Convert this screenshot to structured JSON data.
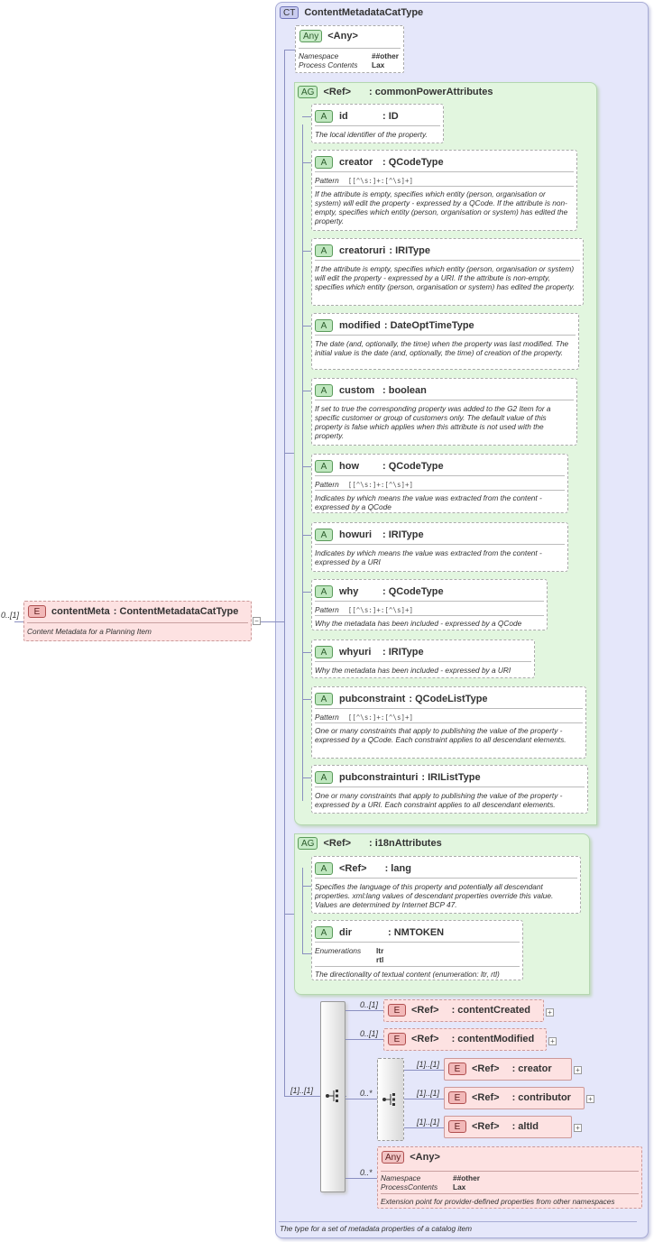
{
  "complex_type": {
    "badge": "CT",
    "name": "ContentMetadataCatType",
    "description": "The type for a set of metadata properties of a catalog item"
  },
  "root_element": {
    "cardinality": "0..[1]",
    "badge": "E",
    "name": "contentMeta",
    "type": ": ContentMetadataCatType",
    "description": "Content Metadata for a Planning Item"
  },
  "any_top": {
    "badge": "Any",
    "label": "<Any>",
    "namespace_key": "Namespace",
    "namespace_val": "##other",
    "process_key": "Process Contents",
    "process_val": "Lax"
  },
  "common_group": {
    "badge": "AG",
    "ref": "<Ref>",
    "name": ": commonPowerAttributes",
    "attributes": [
      {
        "badge": "A",
        "name": "id",
        "type": ": ID",
        "description": "The local identifier of the property."
      },
      {
        "badge": "A",
        "name": "creator",
        "type": ": QCodeType",
        "pattern_label": "Pattern",
        "pattern": "[[^\\s:]+:[^\\s]+]",
        "description": "If the attribute is empty, specifies which entity (person, organisation or system) will edit the property - expressed by a QCode. If the attribute is non-empty, specifies which entity (person, organisation or system) has edited the property."
      },
      {
        "badge": "A",
        "name": "creatoruri",
        "type": ": IRIType",
        "description": "If the attribute is empty, specifies which entity (person, organisation or system) will edit the property - expressed by a URI. If the attribute is non-empty, specifies which entity (person, organisation or system) has edited the property."
      },
      {
        "badge": "A",
        "name": "modified",
        "type": ": DateOptTimeType",
        "description": "The date (and, optionally, the time) when the property was last modified. The initial value is the date (and, optionally, the time) of creation of the property."
      },
      {
        "badge": "A",
        "name": "custom",
        "type": ": boolean",
        "description": "If set to true the corresponding property was added to the G2 Item for a specific customer or group of customers only. The default value of this property is false which applies when this attribute is not used with the property."
      },
      {
        "badge": "A",
        "name": "how",
        "type": ": QCodeType",
        "pattern_label": "Pattern",
        "pattern": "[[^\\s:]+:[^\\s]+]",
        "description": "Indicates by which means the value was extracted from the content - expressed by a QCode"
      },
      {
        "badge": "A",
        "name": "howuri",
        "type": ": IRIType",
        "description": "Indicates by which means the value was extracted from the content - expressed by a URI"
      },
      {
        "badge": "A",
        "name": "why",
        "type": ": QCodeType",
        "pattern_label": "Pattern",
        "pattern": "[[^\\s:]+:[^\\s]+]",
        "description": "Why the metadata has been included - expressed by a QCode"
      },
      {
        "badge": "A",
        "name": "whyuri",
        "type": ": IRIType",
        "description": "Why the metadata has been included - expressed by a URI"
      },
      {
        "badge": "A",
        "name": "pubconstraint",
        "type": ": QCodeListType",
        "pattern_label": "Pattern",
        "pattern": "[[^\\s:]+:[^\\s]+]",
        "description": "One or many constraints that apply to publishing the value of the property - expressed by a QCode. Each constraint applies to all descendant elements."
      },
      {
        "badge": "A",
        "name": "pubconstrainturi",
        "type": ": IRIListType",
        "description": "One or many constraints that apply to publishing the value of the property - expressed by a URI. Each constraint applies to all descendant elements."
      }
    ]
  },
  "i18n_group": {
    "badge": "AG",
    "ref": "<Ref>",
    "name": ": i18nAttributes",
    "lang": {
      "badge": "A",
      "ref": "<Ref>",
      "type": ": lang",
      "description": "Specifies the language of this property and potentially all descendant properties. xml:lang values of descendant properties override this value. Values are determined by Internet BCP 47."
    },
    "dir": {
      "badge": "A",
      "name": "dir",
      "type": ": NMTOKEN",
      "enum_label": "Enumerations",
      "enum_values": [
        "ltr",
        "rtl"
      ],
      "description": "The directionality of textual content (enumeration: ltr, rtl)"
    }
  },
  "sequence": {
    "cardinality": "[1]..[1]",
    "items": [
      {
        "cardinality": "0..[1]",
        "badge": "E",
        "ref": "<Ref>",
        "name": ": contentCreated"
      },
      {
        "cardinality": "0..[1]",
        "badge": "E",
        "ref": "<Ref>",
        "name": ": contentModified"
      }
    ],
    "choice": {
      "cardinality": "0..*",
      "items": [
        {
          "cardinality": "[1]..[1]",
          "badge": "E",
          "ref": "<Ref>",
          "name": ": creator"
        },
        {
          "cardinality": "[1]..[1]",
          "badge": "E",
          "ref": "<Ref>",
          "name": ": contributor"
        },
        {
          "cardinality": "[1]..[1]",
          "badge": "E",
          "ref": "<Ref>",
          "name": ": altId"
        }
      ]
    },
    "any": {
      "cardinality": "0..*",
      "badge": "Any",
      "label": "<Any>",
      "namespace_key": "Namespace",
      "namespace_val": "##other",
      "process_key": "ProcessContents",
      "process_val": "Lax",
      "description": "Extension point for provider-defined properties from other namespaces"
    }
  },
  "colors": {
    "ct_bg": "#e5e7fa",
    "ag_bg": "#e2f6df",
    "element_bg": "#fde2e2"
  },
  "icons": {
    "expand": "plus-icon",
    "collapse": "minus-icon",
    "sequence": "sequence-icon",
    "choice": "choice-icon"
  }
}
